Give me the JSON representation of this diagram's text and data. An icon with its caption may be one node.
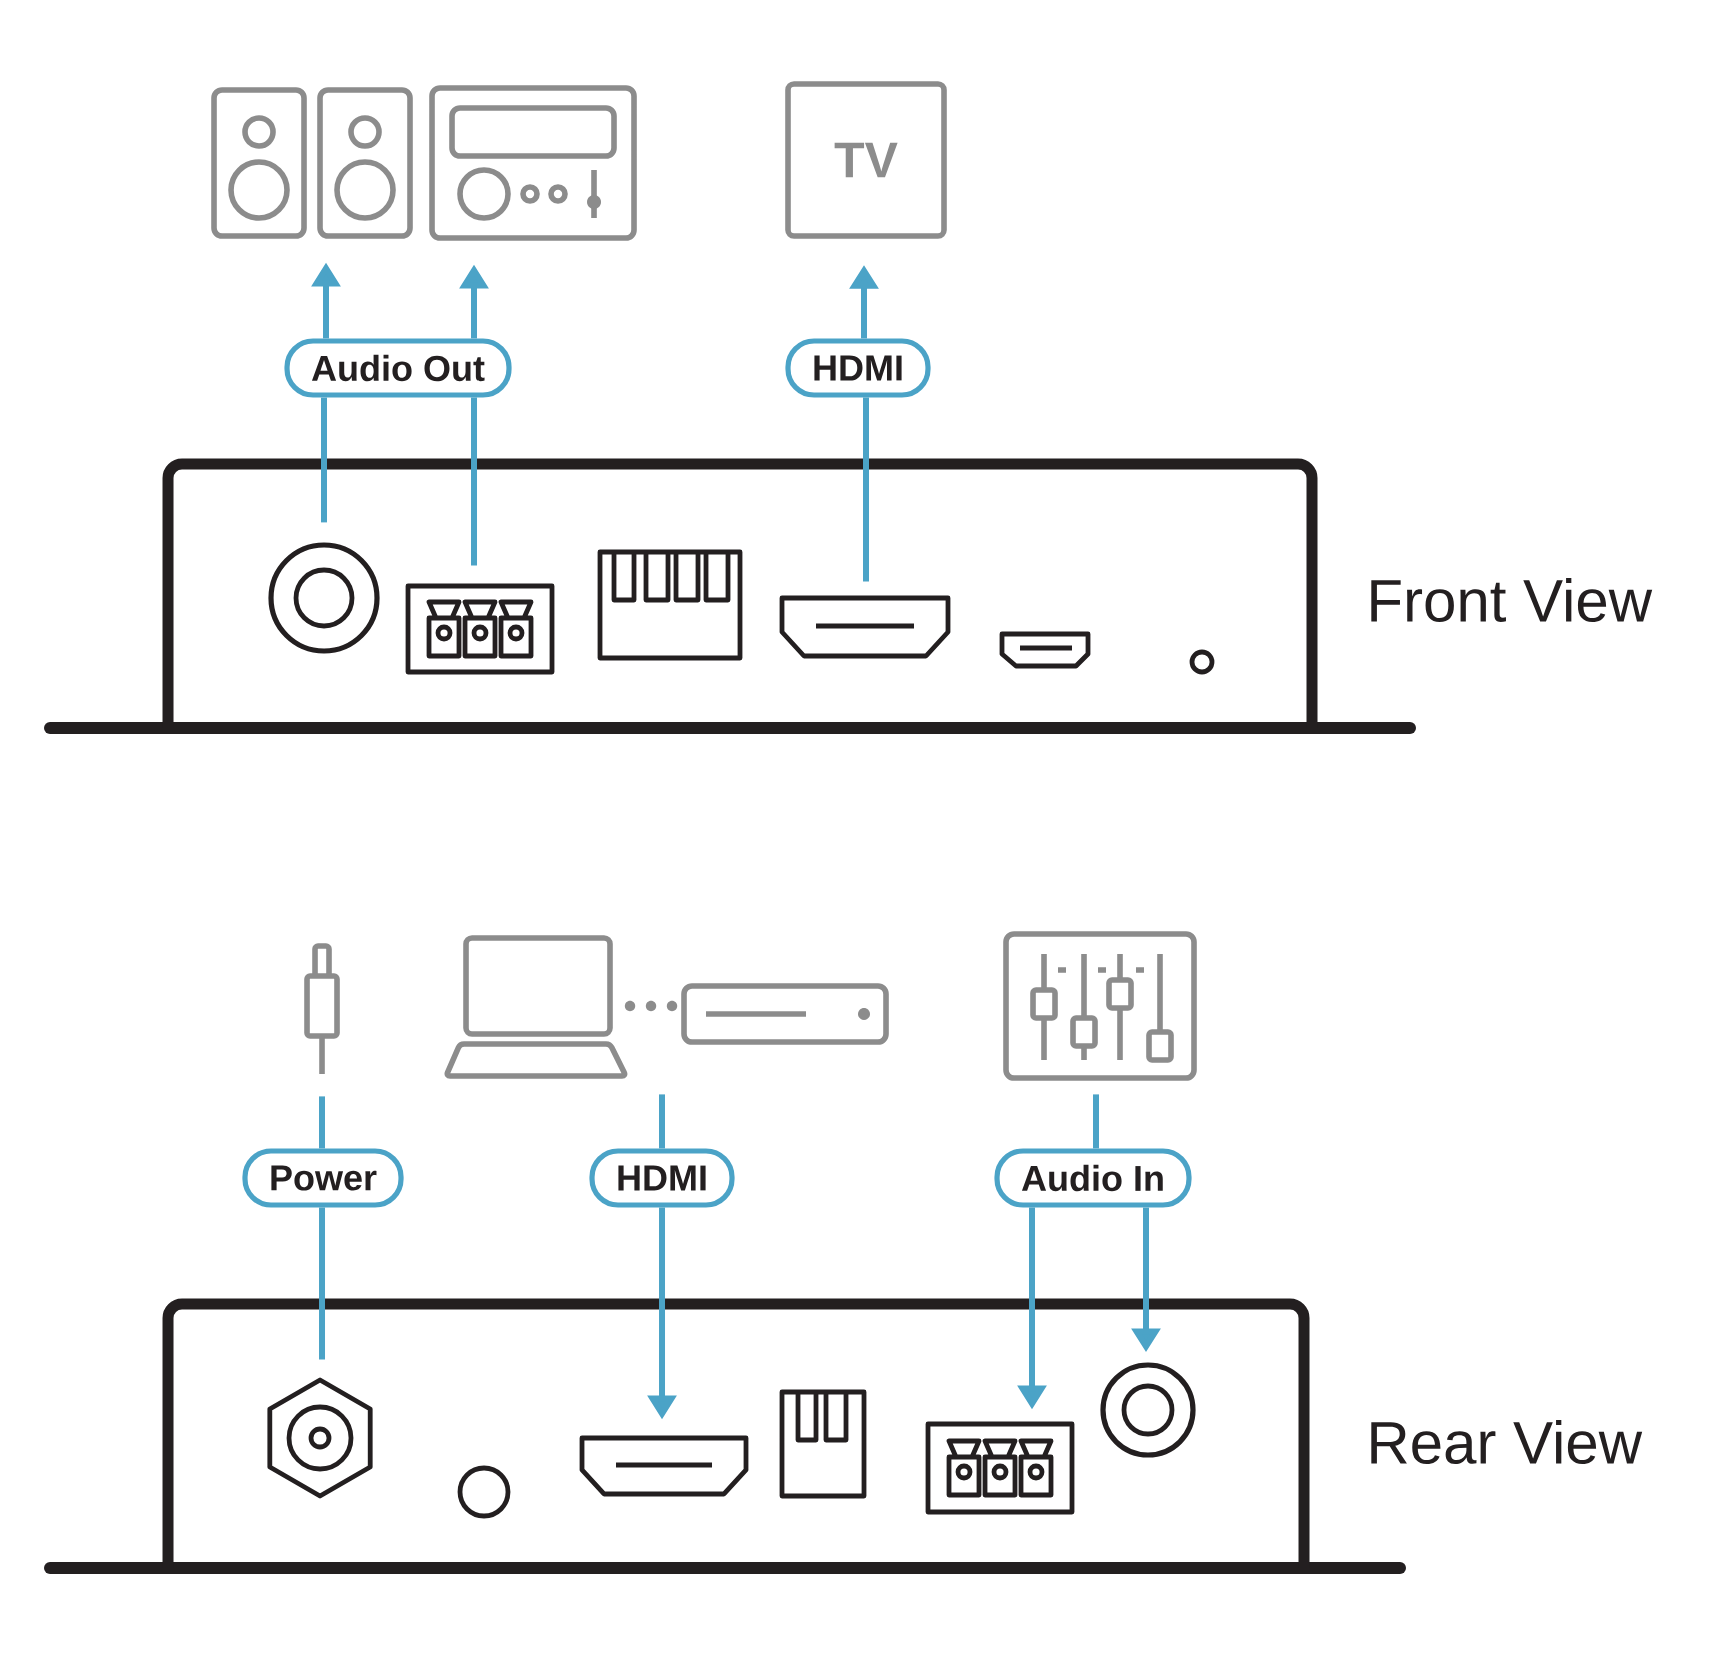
{
  "diagram": {
    "nodes": [
      {
        "text": [],
        "shape": "picture"
      },
      {
        "text": [],
        "shape": "picture"
      },
      {
        "text": [
          "TV"
        ]
      },
      {
        "text": [
          "Audio Out"
        ]
      },
      {
        "text": [
          "HDMI"
        ]
      },
      {
        "text": [],
        "shape": "box",
        "beside": [
          "Front View"
        ]
      },
      {
        "text": [],
        "shape": "circle",
        "in": 5
      },
      {
        "text": [],
        "shape": "picture",
        "in": 5
      },
      {
        "text": [],
        "shape": "picture",
        "in": 5
      },
      {
        "text": [],
        "shape": "picture"
      },
      {
        "text": [],
        "shape": "picture"
      },
      {
        "text": [],
        "shape": "picture"
      },
      {
        "text": [
          "Power"
        ]
      },
      {
        "text": [
          "HDMI"
        ]
      },
      {
        "text": [
          "Audio In"
        ]
      },
      {
        "text": [],
        "shape": "box",
        "beside": [
          "Rear View"
        ]
      },
      {
        "text": [],
        "shape": "picture",
        "in": 15
      },
      {
        "text": [],
        "shape": "picture",
        "in": 15
      },
      {
        "text": [],
        "shape": "picture",
        "in": 15
      },
      {
        "text": [],
        "shape": "circle",
        "in": 15
      }
    ],
    "edges": [
      {
        "from": 6,
        "to": 3,
        "arrow": "none"
      },
      {
        "from": 3,
        "to": 0,
        "arrow": "to"
      },
      {
        "from": 7,
        "to": 3,
        "arrow": "none"
      },
      {
        "from": 3,
        "to": 1,
        "arrow": "to"
      },
      {
        "from": 8,
        "to": 4,
        "arrow": "none"
      },
      {
        "from": 4,
        "to": 2,
        "arrow": "to"
      },
      {
        "from": 9,
        "to": 12,
        "arrow": "none"
      },
      {
        "from": 12,
        "to": 16,
        "arrow": "none"
      },
      {
        "from": 10,
        "to": 13,
        "arrow": "none"
      },
      {
        "from": 13,
        "to": 17,
        "arrow": "to"
      },
      {
        "from": 11,
        "to": 14,
        "arrow": "none"
      },
      {
        "from": 14,
        "to": 18,
        "arrow": "to"
      },
      {
        "from": 14,
        "to": 19,
        "arrow": "to"
      }
    ]
  }
}
